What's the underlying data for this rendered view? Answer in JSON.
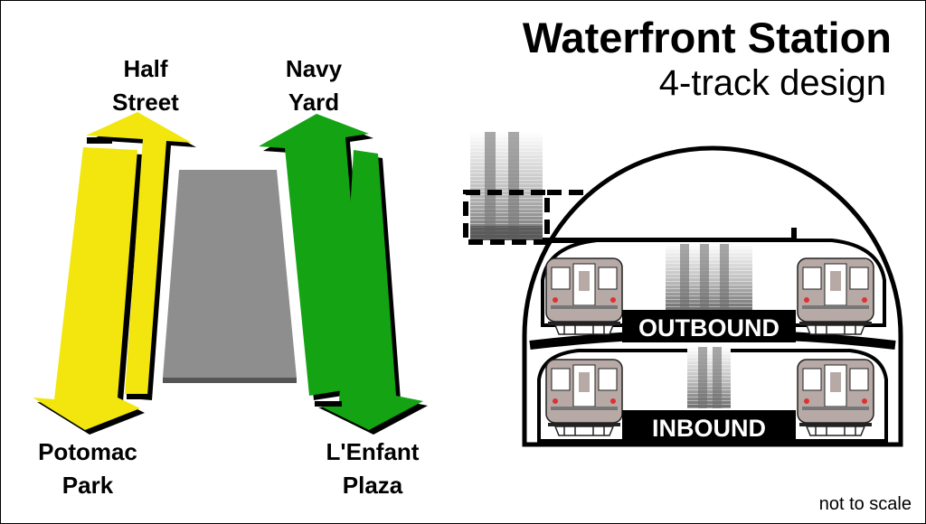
{
  "title": "Waterfront Station",
  "subtitle": "4-track design",
  "note": "not to scale",
  "destinations": {
    "half_street": "Half\nStreet",
    "navy_yard": "Navy\nYard",
    "potomac_park": "Potomac\nPark",
    "lenfant_plaza": "L'Enfant\nPlaza"
  },
  "levels": {
    "upper": "OUTBOUND",
    "lower": "INBOUND"
  },
  "colors": {
    "yellow_line": "#f2e60e",
    "green_line": "#13a313",
    "platform": "#8c8c8c",
    "train": "#b5a7a5"
  }
}
